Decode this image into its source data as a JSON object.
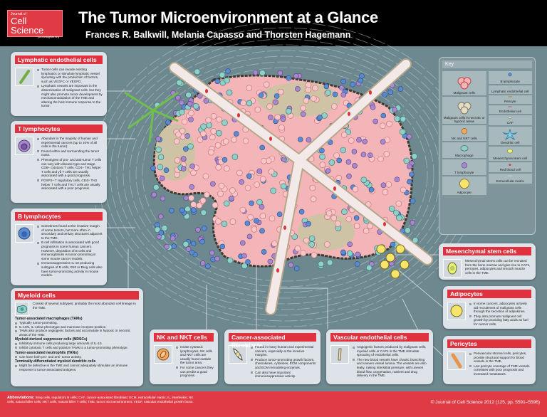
{
  "header": {
    "logo_journal": "Journal of",
    "logo_name": "Cell Science",
    "logo_url": "jcs.biologists.org",
    "title": "The Tumor Microenvironment at a Glance",
    "authors": "Frances R. Balkwill, Melania Capasso and Thorsten Hagemann"
  },
  "cards": {
    "lymphatic": {
      "title": "Lymphatic endothelial cells",
      "items": [
        "Tumor cells can invade existing lymphatics or stimulate lymphatic vessel sprouting with the production of factors, such as VEGFC or VEGFD.",
        "Lymphatic vessels are important in the dissemination of malignant cells, but they might also promote tumor development by mechanomodulation of the TME and altering the host immune response to the tumor."
      ]
    },
    "t": {
      "title": "T lymphocytes",
      "items": [
        "Abundant in the majority of human and experimental cancers (up to 10% of all cells in the tumor).",
        "Found within and surrounding the tumor mass.",
        "Phenotypes of pro- and anti-tumor T cells can vary with disease type and stage. CD8+ cytotoxic T cells, CD4+ TH1 helper T cells and γδ T cells are usually associated with a good prognosis.",
        "FOXP3+ T regulatory cells, CD4+ TH2 helper T cells and TH17 cells are usually associated with a poor prognosis."
      ]
    },
    "b": {
      "title": "B lymphocytes",
      "items": [
        "Sometimes found at the invasive margin of some tumors, but more often in secondary and tertiary structures adjacent to the TME.",
        "B cell infiltration is associated with good prognosis in some human cancers. However, deposition of B cells and immunoglobulin is tumor-promoting in some mouse cancer models.",
        "Immunosuppressive IL-10 producing subtypes of B cells, B10 or Breg cells also have tumor-promoting activity in mouse models."
      ]
    },
    "myeloid": {
      "title": "Myeloid cells",
      "intro": "Consist of several subtypes; probably the most abundant cell lineage in the TME.",
      "sections": [
        {
          "heading": "Tumor-associated macrophages (TAMs)",
          "items": [
            "Typically tumor-promoting.",
            "IL-10hi, IL-12low phenotype and mannose-receptor-positive.",
            "TAMs also produce angiogenic factors and accumulate in hypoxic or necrotic areas of the TME."
          ]
        },
        {
          "heading": "Myeloid-derived suppressor cells (MDSCs)",
          "items": [
            "Inhibitory immune cells producing large amounts of IL-10.",
            "Inhibit cytotoxic T cells and polarize TAMs to a tumor-promoting phenotype."
          ]
        },
        {
          "heading": "Tumor-associated neutrophils (TANs)",
          "items": [
            "Can have both pro- and anti- tumor activity."
          ]
        },
        {
          "heading": "Terminally-differentiated myeloid dendritic cells",
          "items": [
            "Might be defective in the TME and cannot adequately stimulate an immune response to tumor-associated antigens."
          ]
        }
      ]
    },
    "nk": {
      "title": "NK and NKT cells",
      "items": [
        "Innate cytotoxic lymphocytes, NK cells and NKT cells are usually found outside the tumor area.",
        "For some cancers they can predict a good prognosis."
      ]
    },
    "caf": {
      "title": "Cancer-associated fibroblasts",
      "items": [
        "Found in many human and experimental cancers, especially at the invasive margins.",
        "Produce tumor-promoting growth factors, chemokines, cytokines, ECM components and ECM remodeling enzymes.",
        "Can also have important immunosuppressive activity."
      ]
    },
    "vascular": {
      "title": "Vascular endothelial cells",
      "items": [
        "Angiogenic factors produced by malignant cells, myeloid cells or CAFs in the TME stimulate sprouting of endothelial cells.",
        "The new blood vessels have chaotic branching and uneven vessel lumina. The vessels are also leaky, raising interstitial pressure, with uneven blood flow, oxygenation, nutrient and drug delivery in the TME."
      ]
    },
    "msc": {
      "title": "Mesenchymal stem cells",
      "text": "Mesenchymal stems cells can be recruited from the bone marrow and give rise to CAFs, pericytes, adipocytes and smooth muscle cells in the TME."
    },
    "adipo": {
      "title": "Adipocytes",
      "items": [
        "In some cancers, adipocytes actively aid recruitment of malignant cells through the secretion of adipokines.",
        "They also promote malignant cell growth by providing fatty acids as fuel for cancer cells."
      ]
    },
    "peri": {
      "title": "Pericytes",
      "items": [
        "Perivascular stromal cells, pericytes, provide structural support for blood vessels in the TME.",
        "Low pericyte coverage of TME vessels correlates with poor prognosis and increased metastases."
      ]
    }
  },
  "key": {
    "title": "Key",
    "left": [
      "Malignant cells",
      "Malignant cells in necrotic or hypoxic areas",
      "NK and NKT cells",
      "Macrophage",
      "T lymphocyte",
      "Adipocyte"
    ],
    "right": [
      "B lymphocyte",
      "Lymphatic endothelial cell",
      "Pericyte",
      "Endothelial cell",
      "CAF",
      "Dendritic cell",
      "Mesenchymal stem cell",
      "Red blood cell",
      "Extracellular matrix"
    ]
  },
  "footer": {
    "abbr_label": "Abbreviations:",
    "abbr_text": "Breg cells, regulatory B cells; CAF, cancer-associated fibroblast; ECM, extracellular matrix; IL, interleukin; NK cells, natural killer cells; NKT cells, natural killer T cells; TME, tumor microenvironment; VEGF, vascular endothelial growth factor.",
    "copyright": "© Journal of Cell Science 2012 (125, pp. 5591–5596)"
  },
  "colors": {
    "brand_red": "#e0313e",
    "background": "#6e8890",
    "malignant": "#f4b5b8",
    "necrotic": "#cfc3a6",
    "vessel": "#f3e9e9"
  }
}
